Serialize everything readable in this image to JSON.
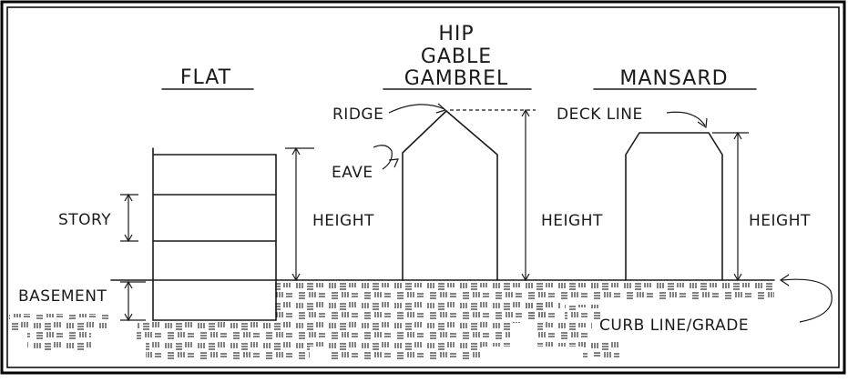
{
  "labels": {
    "flat": "FLAT",
    "hip": "HIP",
    "gable": "GABLE",
    "gambrel": "GAMBREL",
    "mansard": "MANSARD",
    "ridge": "RIDGE",
    "eave": "EAVE",
    "deck_line": "DECK LINE",
    "story": "STORY",
    "height_1": "HEIGHT",
    "height_2": "HEIGHT",
    "height_3": "HEIGHT",
    "basement": "BASEMENT",
    "curb_line": "CURB LINE/GRADE"
  },
  "colors": {
    "ink": "#1a1a1a",
    "paper": "#ffffff",
    "frame": "#000000"
  }
}
